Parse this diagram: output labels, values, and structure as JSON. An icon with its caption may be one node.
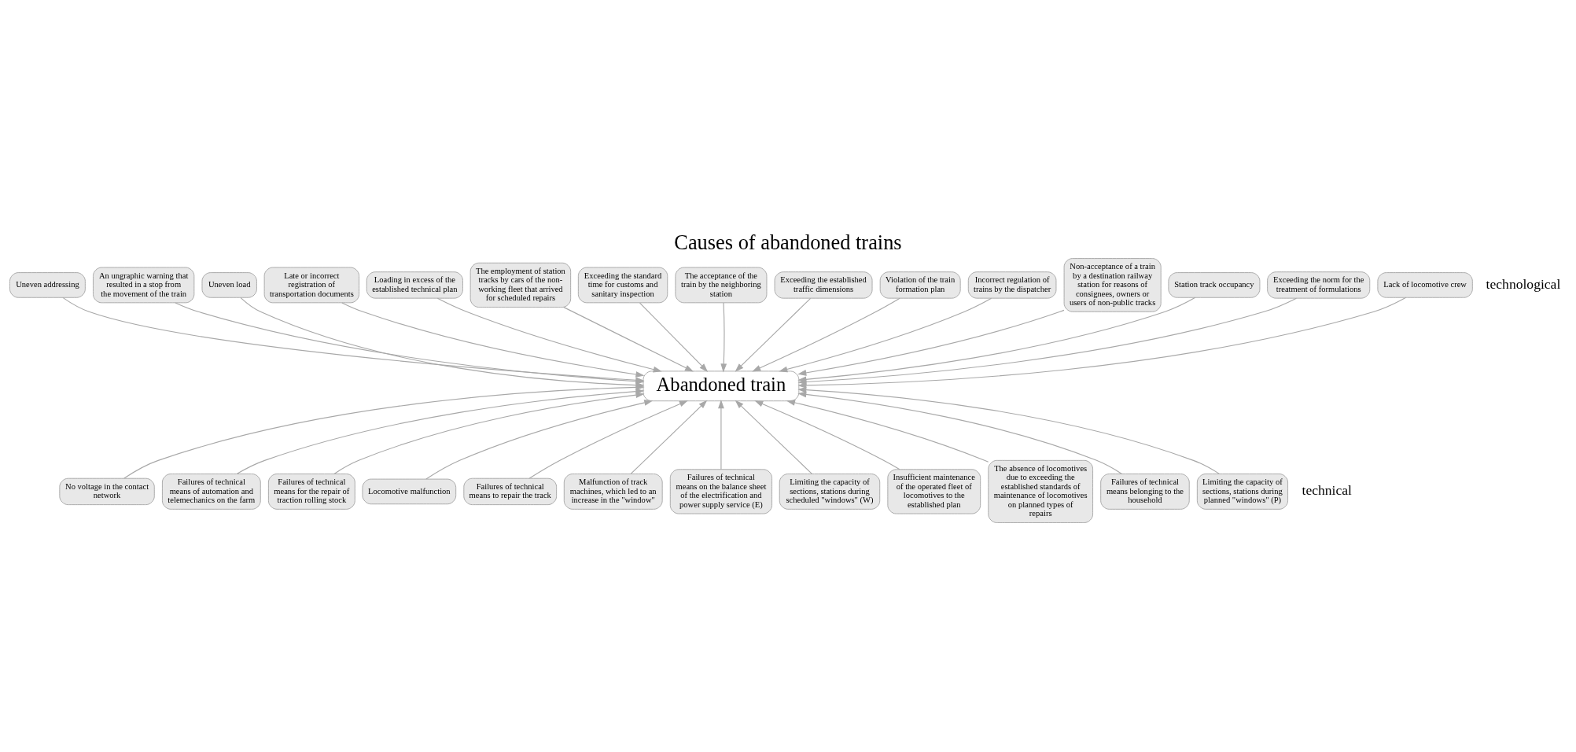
{
  "diagram": {
    "title": "Causes of abandoned trains",
    "nodes": [
      {
        "text": [
          "Uneven addressing"
        ]
      },
      {
        "text": [
          "An ungraphic warning that resulted in a stop from the movement of the train"
        ]
      },
      {
        "text": [
          "Uneven load"
        ]
      },
      {
        "text": [
          "Late or incorrect registration of transportation documents"
        ]
      },
      {
        "text": [
          "Loading in excess of the established technical plan"
        ]
      },
      {
        "text": [
          "The employment of station tracks by cars of the non-working fleet that arrived for scheduled repairs"
        ]
      },
      {
        "text": [
          "Exceeding the standard time for customs and sanitary inspection"
        ]
      },
      {
        "text": [
          "The acceptance of the train by the neighboring station"
        ]
      },
      {
        "text": [
          "Exceeding the established traffic dimensions"
        ]
      },
      {
        "text": [
          "Violation of the train formation plan"
        ]
      },
      {
        "text": [
          "Incorrect regulation of trains by the dispatcher"
        ]
      },
      {
        "text": [
          "Non-acceptance of a train by a destination railway station for reasons of consignees, owners or users of non-public tracks"
        ]
      },
      {
        "text": [
          "Station track occupancy"
        ]
      },
      {
        "text": [
          "Exceeding the norm for the treatment of formulations"
        ]
      },
      {
        "text": [
          "Lack of locomotive crew"
        ]
      },
      {
        "text": [
          "Abandoned train"
        ]
      },
      {
        "text": [
          "No voltage in the contact network"
        ]
      },
      {
        "text": [
          "Failures of technical means of automation and telemechanics on the farm"
        ]
      },
      {
        "text": [
          "Failures of technical means for the repair of traction rolling stock"
        ]
      },
      {
        "text": [
          "Locomotive malfunction"
        ]
      },
      {
        "text": [
          "Failures of technical means to repair the track"
        ]
      },
      {
        "text": [
          "Malfunction of track machines, which led to an increase in the \"window\""
        ]
      },
      {
        "text": [
          "Failures of technical means on the balance sheet of the electrification and power supply service (E)"
        ]
      },
      {
        "text": [
          "Limiting the capacity of sections, stations during scheduled \"windows\" (W)"
        ]
      },
      {
        "text": [
          "Insufficient maintenance of the operated fleet of locomotives to the established plan"
        ]
      },
      {
        "text": [
          "The absence of locomotives due to exceeding the established standards of maintenance of locomotives on planned types of repairs"
        ]
      },
      {
        "text": [
          "Failures of technical means belonging to the household"
        ]
      },
      {
        "text": [
          "Limiting the capacity of sections, stations during planned \"windows\" (P)"
        ]
      }
    ],
    "edges": [
      {
        "from": 0,
        "to": 15,
        "arrow": "to"
      },
      {
        "from": 1,
        "to": 15,
        "arrow": "to"
      },
      {
        "from": 2,
        "to": 15,
        "arrow": "to"
      },
      {
        "from": 3,
        "to": 15,
        "arrow": "to"
      },
      {
        "from": 4,
        "to": 15,
        "arrow": "to"
      },
      {
        "from": 5,
        "to": 15,
        "arrow": "to"
      },
      {
        "from": 6,
        "to": 15,
        "arrow": "to"
      },
      {
        "from": 7,
        "to": 15,
        "arrow": "to"
      },
      {
        "from": 8,
        "to": 15,
        "arrow": "to"
      },
      {
        "from": 9,
        "to": 15,
        "arrow": "to"
      },
      {
        "from": 10,
        "to": 15,
        "arrow": "to"
      },
      {
        "from": 11,
        "to": 15,
        "arrow": "to"
      },
      {
        "from": 12,
        "to": 15,
        "arrow": "to"
      },
      {
        "from": 13,
        "to": 15,
        "arrow": "to"
      },
      {
        "from": 14,
        "to": 15,
        "arrow": "to"
      },
      {
        "from": 16,
        "to": 15,
        "arrow": "to"
      },
      {
        "from": 17,
        "to": 15,
        "arrow": "to"
      },
      {
        "from": 18,
        "to": 15,
        "arrow": "to"
      },
      {
        "from": 19,
        "to": 15,
        "arrow": "to"
      },
      {
        "from": 20,
        "to": 15,
        "arrow": "to"
      },
      {
        "from": 21,
        "to": 15,
        "arrow": "to"
      },
      {
        "from": 22,
        "to": 15,
        "arrow": "to"
      },
      {
        "from": 23,
        "to": 15,
        "arrow": "to"
      },
      {
        "from": 24,
        "to": 15,
        "arrow": "to"
      },
      {
        "from": 25,
        "to": 15,
        "arrow": "to"
      },
      {
        "from": 26,
        "to": 15,
        "arrow": "to"
      },
      {
        "from": 27,
        "to": 15,
        "arrow": "to"
      }
    ],
    "labels": [
      "technological",
      "technical"
    ]
  }
}
